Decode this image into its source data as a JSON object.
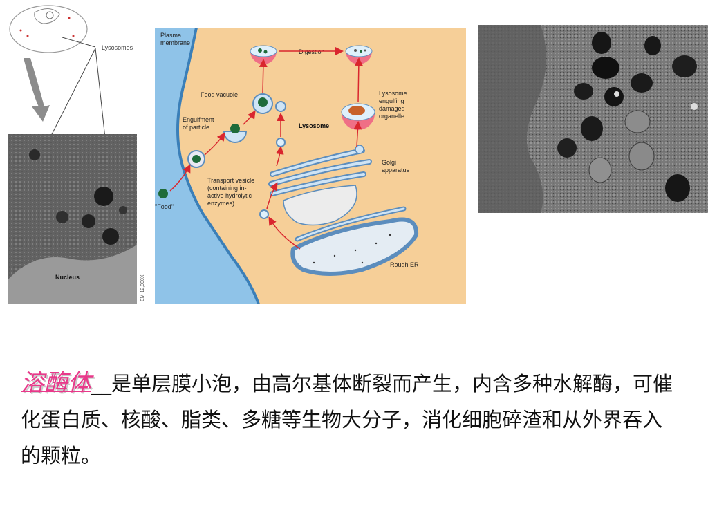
{
  "left_figure": {
    "label_lysosomes": "Lysosomes",
    "label_nucleus": "Nucleus",
    "label_em": "EM 12,000X"
  },
  "center_figure": {
    "label_plasma": "Plasma",
    "label_membrane": "membrane",
    "label_digestion": "Digestion",
    "label_food_vacuole": "Food vacuole",
    "label_engulfment": "Engulfment",
    "label_of_particle": "of particle",
    "label_lysosome": "Lysosome",
    "label_lys_engulf_1": "Lysosome",
    "label_lys_engulf_2": "engulfing",
    "label_lys_engulf_3": "damaged",
    "label_lys_engulf_4": "organelle",
    "label_transport_1": "Transport vesicle",
    "label_transport_2": "(containing in-",
    "label_transport_3": "active hydrolytic",
    "label_transport_4": "enzymes)",
    "label_golgi_1": "Golgi",
    "label_golgi_2": "apparatus",
    "label_food": "\"Food\"",
    "label_rough_er": "Rough ER"
  },
  "caption": {
    "term": "溶酶体",
    "blank": "__",
    "text": "是单层膜小泡，由高尔基体断裂而产生，内含多种水解酶，可催化蛋白质、核酸、脂类、多糖等生物大分子，消化细胞碎渣和从外界吞入的颗粒。"
  },
  "colors": {
    "background_diagram": "#f6cf98",
    "membrane_blue": "#8fc3e8",
    "lysosome_pink": "#ef6f86",
    "arrow_red": "#d9262e",
    "term_pink": "#e8398a"
  }
}
